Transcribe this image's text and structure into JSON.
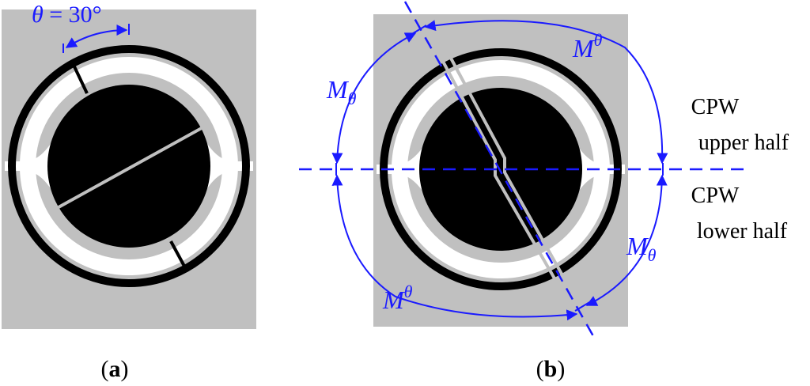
{
  "panel_a": {
    "angle_label_theta": "θ",
    "angle_label_eq": " = 30°",
    "caption_open": "(",
    "caption_letter": "a",
    "caption_close": ")"
  },
  "panel_b": {
    "m_lower_left": "M",
    "m_lower_left_sub": "θ",
    "m_upper_top": "M",
    "m_upper_top_sup": "θ",
    "m_upper_bottom": "M",
    "m_upper_bottom_sup": "θ",
    "m_lower_right": "M",
    "m_lower_right_sub": "θ",
    "caption_open": "(",
    "caption_letter": "b",
    "caption_close": ")"
  },
  "side_labels": {
    "upper_line1": "CPW",
    "upper_line2": "upper half",
    "lower_line1": "CPW",
    "lower_line2": "lower half"
  },
  "colors": {
    "substrate": "#c0c0c0",
    "metal": "#000000",
    "annotation": "#1a1aff",
    "gap": "#ffffff"
  }
}
